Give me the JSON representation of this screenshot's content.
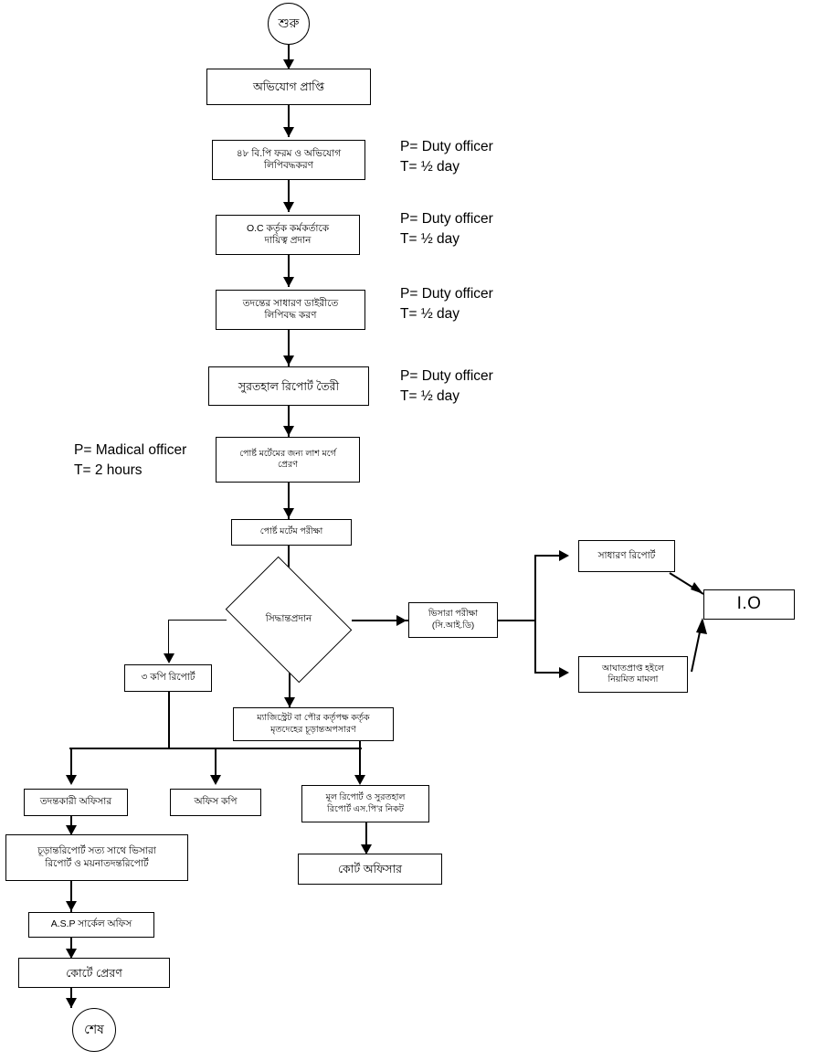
{
  "title": "Police investigation procedure flowchart (Bengali)",
  "nodes": {
    "start": "শুরু",
    "complaint_receipt": "অভিযোগ প্রাপ্তি",
    "bp_form": "৪৮ বি.পি ফরম ও অভিযোগ\nলিপিবদ্ধকরণ",
    "oc_assign": "O.C কর্তৃক কর্মকর্তাকে\nদায়িত্ব প্রদান",
    "general_diary": "তদন্তের সাধারণ ডাইরীতে\nলিপিবদ্ধ করণ",
    "surathal_report": "সুরতহাল রিপোর্ট তৈরী",
    "send_morgue": "পোর্ষ্ট মর্টেমের জন্য লাশ মর্গে\nপ্রেরণ",
    "post_mortem": "পোর্ষ্ট মর্টেম  পরীক্ষা",
    "decision": "সিদ্ধান্তপ্রদান",
    "visera_test": "ভিসারা পরীক্ষা\n(সি.আই.ডি)",
    "general_report": "সাধারণ রিপোর্ট",
    "injury_case": "আঘাতপ্রাপ্ত হইলে\nনিয়মিত মামলা",
    "io": "I.O",
    "three_copies": "৩ কপি রিপোর্ট",
    "magistrate_release": "ম্যাজিস্ট্রেট বা পৌর কর্তৃপক্ষ কর্তৃক\nমৃতদেহের চূড়ান্তঅপসারণ",
    "investigating_officer": "তদন্তকারী অফিসার",
    "office_copy": "অফিস কপি",
    "main_report_sp": "মূল রিপোর্ট ও সুরতহাল\nরিপোর্ট এস.পি'র নিকট",
    "final_report": "চূড়ান্তরিপোর্ট সত্য সাথে ভিসারা\nরিপোর্ট ও ময়নাতদন্তরিপোর্ট",
    "court_officer": "কোর্ট অফিসার",
    "asp_circle": "A.S.P সার্কেল অফিস",
    "send_court": "কোর্টে প্রেরণ",
    "end": "শেষ"
  },
  "annotations": {
    "a1": "P= Duty officer\nT= ½ day",
    "a2": "P= Duty officer\nT= ½ day",
    "a3": "P= Duty officer\nT= ½ day",
    "a4": "P= Duty officer\nT= ½ day",
    "a5": "P= Madical officer\nT= 2 hours"
  },
  "colors": {
    "stroke": "#000000",
    "fill": "#ffffff",
    "text": "#000000"
  }
}
